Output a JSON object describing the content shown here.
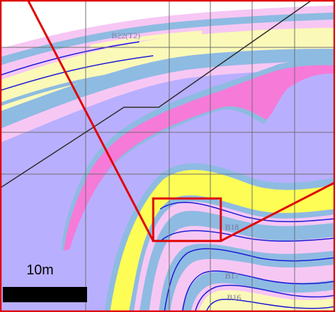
{
  "labels": {
    "b22": "B22(T2)",
    "b18": "B18",
    "b17": "B17",
    "b16": "B16"
  },
  "scale_bar": {
    "text": "10m"
  },
  "colors": {
    "purple_layer": "#b9afff",
    "pink_layer": "#f7c7f4",
    "blue_layer": "#8ebbe2",
    "yellow_layer": "#fbf9b8",
    "bright_yellow": "#fdfd55",
    "magenta_lens": "#f67ad8",
    "fault_line": "#2b2b2b",
    "callout": "#e00000",
    "contact_line": "#1a1ad6"
  }
}
